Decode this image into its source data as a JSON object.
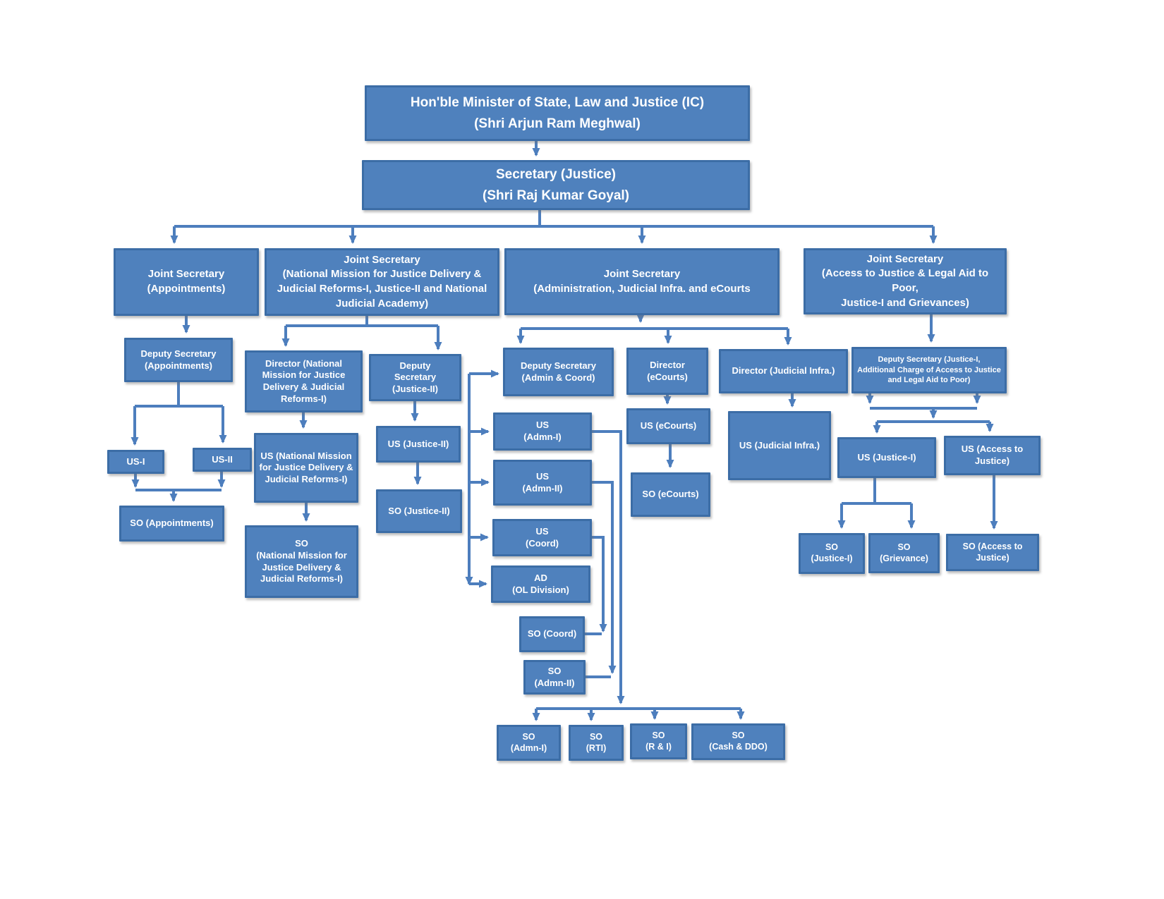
{
  "diagram": {
    "type": "org-chart",
    "colors": {
      "box_fill": "#4f81bd",
      "box_border": "#3c6da6",
      "connector": "#4d7ebd",
      "text": "#ffffff",
      "background": "#ffffff"
    }
  },
  "nodes": {
    "minister": {
      "label": "Hon'ble Minister of State, Law and Justice (IC)\n(Shri Arjun Ram Meghwal)"
    },
    "secretary": {
      "label": "Secretary (Justice)\n(Shri Raj Kumar Goyal)"
    },
    "js_appointments": {
      "label": "Joint Secretary\n(Appointments)"
    },
    "js_national_mission": {
      "label": "Joint Secretary\n(National Mission for Justice Delivery & Judicial Reforms-I, Justice-II and National Judicial Academy)"
    },
    "js_admin": {
      "label": "Joint Secretary\n(Administration, Judicial Infra. and eCourts"
    },
    "js_access": {
      "label": "Joint Secretary\n(Access to Justice & Legal Aid to Poor,\nJustice-I and Grievances)"
    },
    "ds_appointments": {
      "label": "Deputy Secretary\n(Appointments)"
    },
    "director_nm": {
      "label": "Director (National Mission for Justice Delivery & Judicial Reforms-I)"
    },
    "ds_justice2": {
      "label": "Deputy\nSecretary\n(Justice-II)"
    },
    "ds_admin_coord": {
      "label": "Deputy  Secretary\n(Admin & Coord)"
    },
    "director_ecourts": {
      "label": "Director\n(eCourts)"
    },
    "director_ji": {
      "label": "Director (Judicial Infra.)"
    },
    "ds_justice1": {
      "label": "Deputy Secretary (Justice-I,\nAdditional Charge of Access to Justice\nand Legal Aid to Poor)"
    },
    "us1": {
      "label": "US-I"
    },
    "us2": {
      "label": "US-II"
    },
    "us_nm": {
      "label": "US (National Mission for Justice Delivery & Judicial Reforms-I)"
    },
    "us_justice2": {
      "label": "US (Justice-II)"
    },
    "us_admn1": {
      "label": "US\n(Admn-I)"
    },
    "us_admn2": {
      "label": "US\n(Admn-II)"
    },
    "us_coord": {
      "label": "US\n(Coord)"
    },
    "ad_ol": {
      "label": "AD\n(OL Division)"
    },
    "us_ecourts": {
      "label": "US (eCourts)"
    },
    "us_ji": {
      "label": "US (Judicial Infra.)"
    },
    "us_justice1": {
      "label": "US (Justice-I)"
    },
    "us_atj": {
      "label": "US (Access to\nJustice)"
    },
    "so_appointments": {
      "label": "SO (Appointments)"
    },
    "so_nm": {
      "label": "SO\n(National Mission for\nJustice Delivery &\nJudicial Reforms-I)"
    },
    "so_justice2": {
      "label": "SO (Justice-II)"
    },
    "so_coord": {
      "label": "SO (Coord)"
    },
    "so_admn2": {
      "label": "SO\n(Admn-II)"
    },
    "so_ecourts": {
      "label": "SO (eCourts)"
    },
    "so_justice1": {
      "label": "SO\n(Justice-I)"
    },
    "so_grievance": {
      "label": "SO\n(Grievance)"
    },
    "so_atj": {
      "label": "SO  (Access to\nJustice)"
    },
    "so_admn1": {
      "label": "SO\n(Admn-I)"
    },
    "so_rti": {
      "label": "SO\n(RTI)"
    },
    "so_ri": {
      "label": "SO\n(R & I)"
    },
    "so_cash": {
      "label": "SO\n(Cash & DDO)"
    }
  }
}
